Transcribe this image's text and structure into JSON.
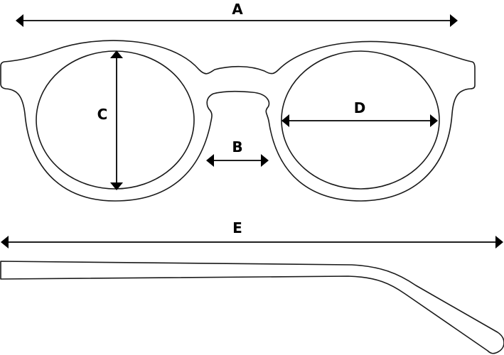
{
  "labels": {
    "A": "A",
    "B": "B",
    "C": "C",
    "D": "D",
    "E": "E"
  },
  "colors": {
    "line": "#000000",
    "background": "#ffffff"
  }
}
